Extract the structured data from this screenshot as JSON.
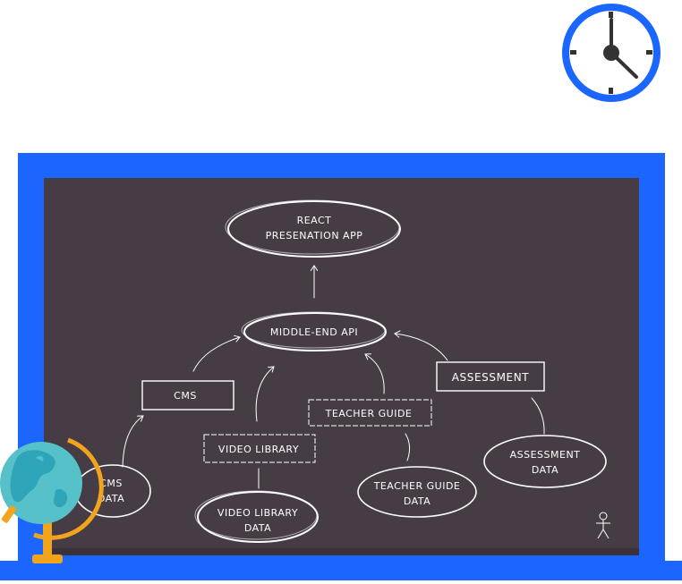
{
  "colors": {
    "frame": "#1a66ff",
    "board": "#463c45",
    "chalk": "#ffffff",
    "globe_water": "#56c1c9",
    "globe_land": "#2ea5b8",
    "globe_stand": "#f2a41c"
  },
  "icons": [
    "clock-icon",
    "globe-icon",
    "stick-figure-icon"
  ],
  "diagram": {
    "nodes": {
      "react_app": {
        "line1": "REACT",
        "line2": "PRESENATION APP"
      },
      "middle_end_api": {
        "label": "MIDDLE-END API"
      },
      "cms": {
        "label": "CMS"
      },
      "assessment": {
        "label": "ASSESSMENT"
      },
      "teacher_guide": {
        "label": "TEACHER GUIDE"
      },
      "video_library": {
        "label": "VIDEO LIBRARY"
      },
      "cms_data": {
        "line1": "CMS",
        "line2": "DATA"
      },
      "video_library_data": {
        "line1": "VIDEO LIBRARY",
        "line2": "DATA"
      },
      "teacher_guide_data": {
        "line1": "TEACHER GUIDE",
        "line2": "DATA"
      },
      "assessment_data": {
        "line1": "ASSESSMENT",
        "line2": "DATA"
      }
    }
  }
}
